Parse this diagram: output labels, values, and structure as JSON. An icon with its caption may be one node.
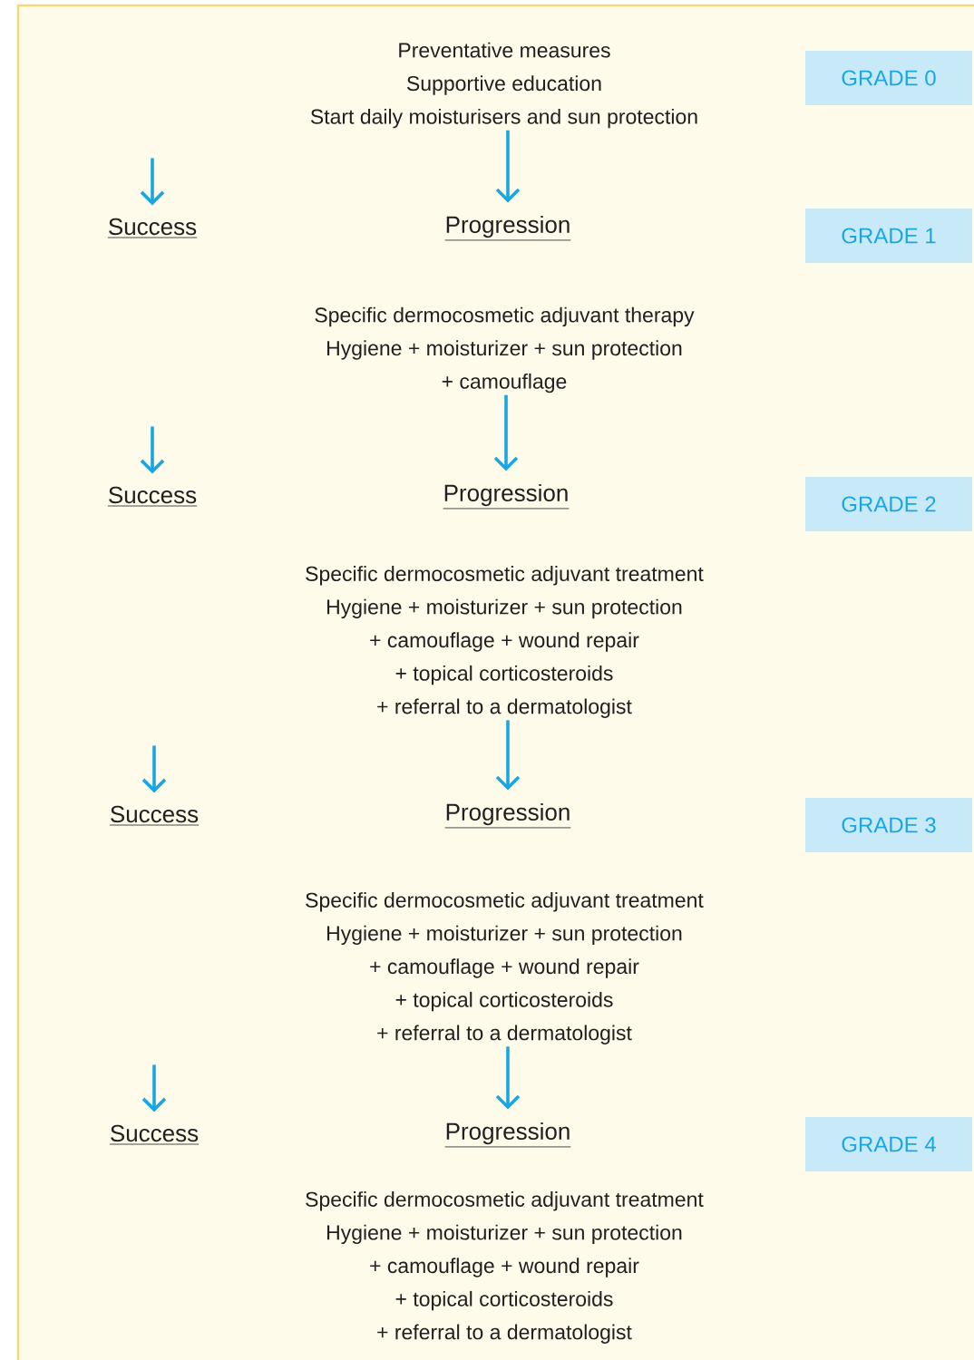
{
  "diagram": {
    "nodes": [
      {
        "text": [
          "Preventative measures",
          "Supportive education",
          "Start daily moisturisers and sun protection"
        ]
      },
      {
        "text": [
          "GRADE 0"
        ]
      },
      {
        "text": [
          "Success"
        ]
      },
      {
        "text": [
          "Progression"
        ]
      },
      {
        "text": [
          "GRADE 1"
        ]
      },
      {
        "text": [
          "Specific dermocosmetic adjuvant therapy",
          "Hygiene + moisturizer + sun protection",
          "+ camouflage"
        ]
      },
      {
        "text": [
          "Success"
        ]
      },
      {
        "text": [
          "Progression"
        ]
      },
      {
        "text": [
          "GRADE 2"
        ]
      },
      {
        "text": [
          "Specific dermocosmetic adjuvant treatment",
          "Hygiene + moisturizer + sun protection",
          "+ camouflage + wound repair",
          "+ topical corticosteroids",
          "+ referral to a dermatologist"
        ]
      },
      {
        "text": [
          "Success"
        ]
      },
      {
        "text": [
          "Progression"
        ]
      },
      {
        "text": [
          "GRADE 3"
        ]
      },
      {
        "text": [
          "Specific dermocosmetic adjuvant treatment",
          "Hygiene + moisturizer + sun protection",
          "+ camouflage + wound repair",
          "+ topical corticosteroids",
          "+ referral to a dermatologist"
        ]
      },
      {
        "text": [
          "Success"
        ]
      },
      {
        "text": [
          "Progression"
        ]
      },
      {
        "text": [
          "GRADE 4"
        ]
      },
      {
        "text": [
          "Specific dermocosmetic adjuvant treatment",
          "Hygiene + moisturizer + sun protection",
          "+ camouflage + wound repair",
          "+ topical corticosteroids",
          "+ referral to a dermatologist"
        ]
      }
    ],
    "edges": [
      {
        "from": null,
        "to": 2,
        "arrow": "to"
      },
      {
        "from": 0,
        "to": 3,
        "arrow": "to"
      },
      {
        "from": null,
        "to": 6,
        "arrow": "to"
      },
      {
        "from": 5,
        "to": 7,
        "arrow": "to"
      },
      {
        "from": null,
        "to": 10,
        "arrow": "to"
      },
      {
        "from": 9,
        "to": 11,
        "arrow": "to"
      },
      {
        "from": null,
        "to": 14,
        "arrow": "to"
      },
      {
        "from": 13,
        "to": 15,
        "arrow": "to"
      }
    ]
  }
}
